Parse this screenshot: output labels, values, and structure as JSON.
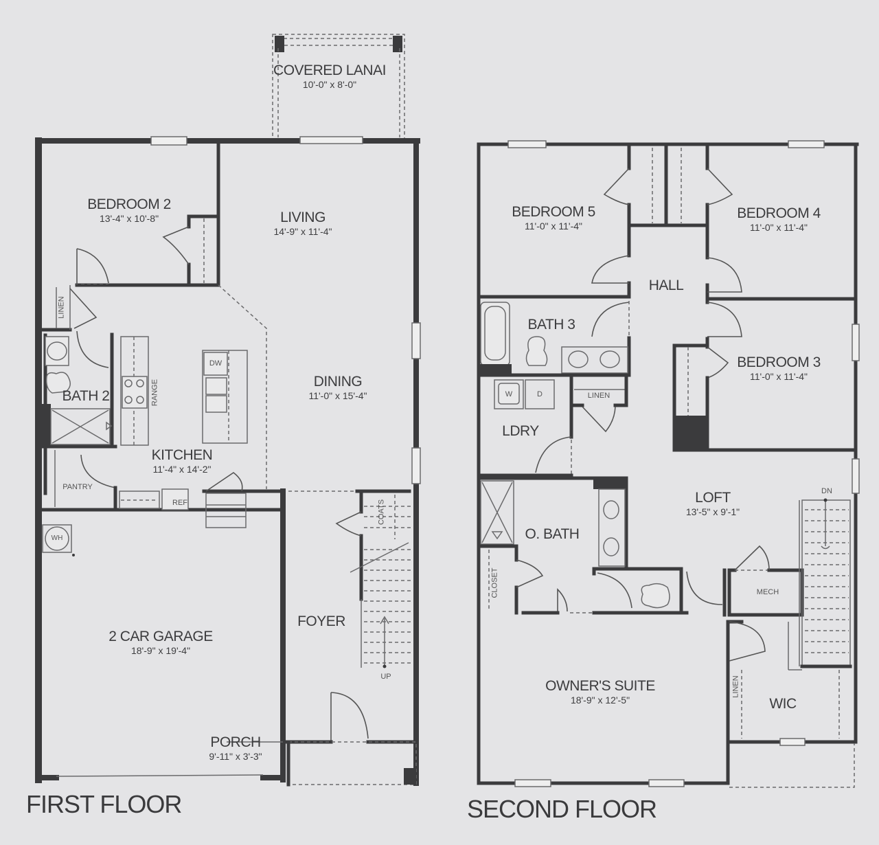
{
  "first_floor": {
    "title": "FIRST FLOOR",
    "rooms": {
      "covered_lanai": {
        "name": "COVERED LANAI",
        "dims": "10'-0\" x 8'-0\""
      },
      "bedroom_2": {
        "name": "BEDROOM 2",
        "dims": "13'-4\" x 10'-8\""
      },
      "living": {
        "name": "LIVING",
        "dims": "14'-9\" x 11'-4\""
      },
      "dining": {
        "name": "DINING",
        "dims": "11'-0\" x 15'-4\""
      },
      "kitchen": {
        "name": "KITCHEN",
        "dims": "11'-4\" x 14'-2\""
      },
      "bath_2": {
        "name": "BATH 2"
      },
      "garage": {
        "name": "2 CAR GARAGE",
        "dims": "18'-9\" x 19'-4\""
      },
      "foyer": {
        "name": "FOYER"
      },
      "porch": {
        "name": "PORCH",
        "dims": "9'-11\" x 3'-3\""
      }
    },
    "fixture_labels": {
      "linen": "LINEN",
      "range": "RANGE",
      "dishwasher": "DW",
      "pantry": "PANTRY",
      "refrigerator": "REF",
      "water_heater": "WH",
      "coats": "COATS",
      "stairs_up": "UP"
    }
  },
  "second_floor": {
    "title": "SECOND FLOOR",
    "rooms": {
      "bedroom_5": {
        "name": "BEDROOM 5",
        "dims": "11'-0\" x 11'-4\""
      },
      "bedroom_4": {
        "name": "BEDROOM 4",
        "dims": "11'-0\" x 11'-4\""
      },
      "hall": {
        "name": "HALL"
      },
      "bath_3": {
        "name": "BATH 3"
      },
      "bedroom_3": {
        "name": "BEDROOM 3",
        "dims": "11'-0\" x 11'-4\""
      },
      "laundry": {
        "name": "LDRY"
      },
      "loft": {
        "name": "LOFT",
        "dims": "13'-5\" x 9'-1\""
      },
      "owner_bath": {
        "name": "O. BATH"
      },
      "owners_suite": {
        "name": "OWNER'S SUITE",
        "dims": "18'-9\" x 12'-5\""
      },
      "wic": {
        "name": "WIC"
      }
    },
    "fixture_labels": {
      "washer": "W",
      "dryer": "D",
      "linen": "LINEN",
      "linen_2": "LINEN",
      "closet": "CLOSET",
      "mech": "MECH",
      "stairs_down": "DN"
    }
  },
  "colors": {
    "paper": "#e4e4e6",
    "wall": "#3b3b3d",
    "text": "#3c3c3e"
  }
}
